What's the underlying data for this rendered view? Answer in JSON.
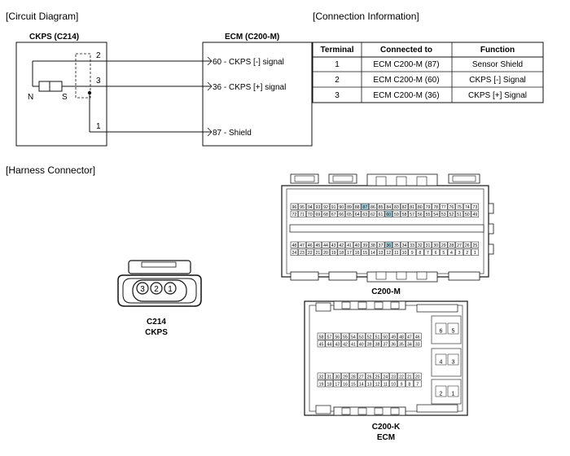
{
  "sections": {
    "circuit_diagram": "[Circuit Diagram]",
    "connection_information": "[Connection Information]",
    "harness_connector": "[Harness Connector]"
  },
  "circuit": {
    "left_title": "CKPS (C214)",
    "right_title": "ECM (C200-M)",
    "sensor_n": "N",
    "sensor_s": "S",
    "wires": [
      {
        "number": "2",
        "ecm_label": "60 - CKPS [-] signal"
      },
      {
        "number": "3",
        "ecm_label": "36 - CKPS [+] signal"
      },
      {
        "number": "1",
        "ecm_label": "87 - Shield"
      }
    ]
  },
  "table": {
    "headers": [
      "Terminal",
      "Connected to",
      "Function"
    ],
    "rows": [
      [
        "1",
        "ECM C200-M (87)",
        "Sensor Shield"
      ],
      [
        "2",
        "ECM C200-M (60)",
        "CKPS [-] Signal"
      ],
      [
        "3",
        "ECM C200-M (36)",
        "CKPS [+] Signal"
      ]
    ]
  },
  "connectors": {
    "c214": {
      "pins": [
        "3",
        "2",
        "1"
      ],
      "name": "C214",
      "desc": "CKPS"
    },
    "c200m": {
      "name": "C200-M",
      "row1": [
        "96",
        "95",
        "94",
        "93",
        "92",
        "91",
        "90",
        "89",
        "88",
        "87",
        "86",
        "85",
        "84",
        "83",
        "82",
        "81",
        "80",
        "79",
        "78",
        "77",
        "76",
        "75",
        "74",
        "73"
      ],
      "row2": [
        "72",
        "71",
        "70",
        "69",
        "68",
        "67",
        "66",
        "65",
        "64",
        "63",
        "62",
        "61",
        "60",
        "59",
        "58",
        "57",
        "56",
        "55",
        "54",
        "53",
        "52",
        "51",
        "50",
        "49"
      ],
      "row3": [
        "48",
        "47",
        "46",
        "45",
        "44",
        "43",
        "42",
        "41",
        "40",
        "39",
        "38",
        "37",
        "36",
        "35",
        "34",
        "33",
        "32",
        "31",
        "30",
        "29",
        "28",
        "27",
        "26",
        "25"
      ],
      "row4": [
        "24",
        "23",
        "22",
        "21",
        "20",
        "19",
        "18",
        "17",
        "16",
        "15",
        "14",
        "13",
        "12",
        "11",
        "10",
        "9",
        "8",
        "7",
        "6",
        "5",
        "4",
        "3",
        "2",
        "1"
      ],
      "highlight_pins": [
        "87",
        "60",
        "36"
      ],
      "highlight_color": "#a9cfd8"
    },
    "c200k": {
      "name": "C200-K",
      "desc": "ECM",
      "row1": [
        "58",
        "57",
        "56",
        "55",
        "54",
        "53",
        "52",
        "51",
        "50",
        "49",
        "48",
        "47",
        "46"
      ],
      "row2": [
        "45",
        "44",
        "43",
        "42",
        "41",
        "40",
        "39",
        "38",
        "37",
        "36",
        "35",
        "34",
        "33"
      ],
      "row3": [
        "32",
        "31",
        "30",
        "29",
        "28",
        "27",
        "26",
        "25",
        "24",
        "23",
        "22",
        "21",
        "20"
      ],
      "row4": [
        "19",
        "18",
        "17",
        "16",
        "15",
        "14",
        "13",
        "12",
        "11",
        "10",
        "9",
        "8",
        "7"
      ],
      "big": [
        [
          "6",
          "5"
        ],
        [
          "4",
          "3"
        ],
        [
          "2",
          "1"
        ]
      ]
    }
  }
}
